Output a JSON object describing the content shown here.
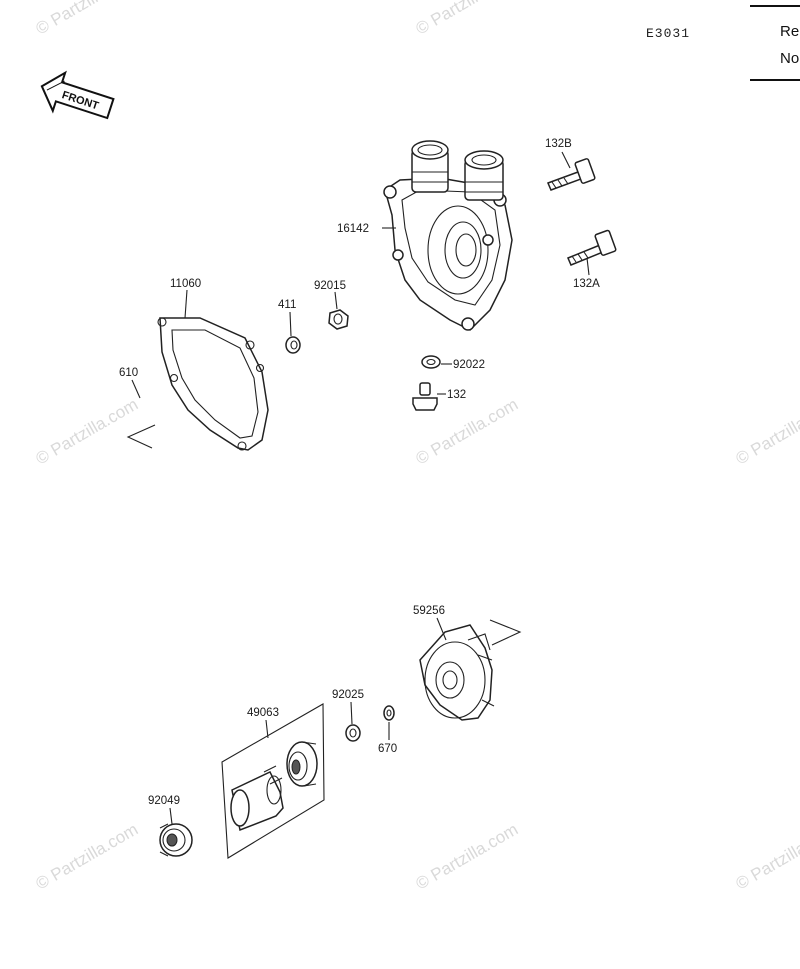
{
  "diagram_code": "E3031",
  "front_label": "FRONT",
  "side_panel": {
    "line1": "Re",
    "line2": "No"
  },
  "watermarks": [
    "© Partzilla.com",
    "© Partzilla.com",
    "© Partzilla.com",
    "© Partzilla.com",
    "© Partzilla.com",
    "© Partzilla.com",
    "© Partzilla.com",
    "© Partzilla.com"
  ],
  "callouts": {
    "p132B": "132B",
    "p16142": "16142",
    "p132A": "132A",
    "p11060": "11060",
    "p411": "411",
    "p92015": "92015",
    "p610": "610",
    "p92022": "92022",
    "p132": "132",
    "p59256": "59256",
    "p49063": "49063",
    "p92025": "92025",
    "p670": "670",
    "p92049": "92049"
  }
}
